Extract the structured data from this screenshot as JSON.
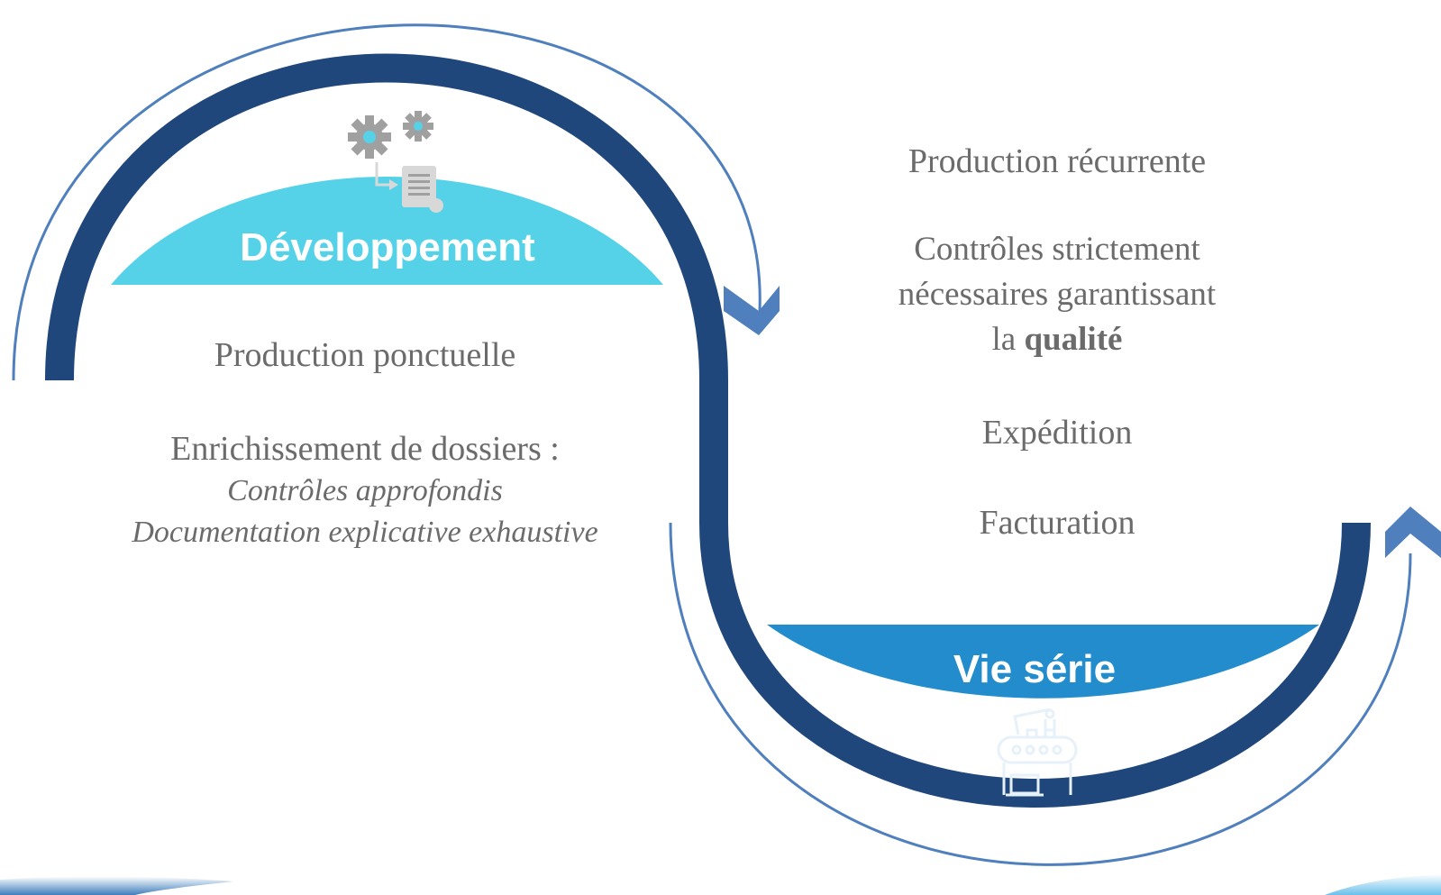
{
  "development": {
    "title": "Développement",
    "production_label": "Production ponctuelle",
    "enrichment_label": "Enrichissement de dossiers :",
    "details": [
      "Contrôles approfondis",
      "Documentation explicative exhaustive"
    ]
  },
  "series": {
    "title": "Vie série",
    "production_label": "Production récurrente",
    "controls_line1": "Contrôles strictement",
    "controls_line2": "nécessaires garantissant",
    "controls_line3_prefix": "la ",
    "controls_line3_bold": "qualité",
    "shipping_label": "Expédition",
    "billing_label": "Facturation"
  },
  "colors": {
    "dark_blue": "#1f477c",
    "light_blue_arrow": "#4f7fbd",
    "dev_cap": "#56d2e8",
    "series_cap": "#238ccd",
    "text_gray": "#6b6b6b",
    "icon_gray": "#a0a0a0"
  },
  "icons": {
    "development": "gears-document-icon",
    "series": "robot-arm-conveyor-icon"
  }
}
